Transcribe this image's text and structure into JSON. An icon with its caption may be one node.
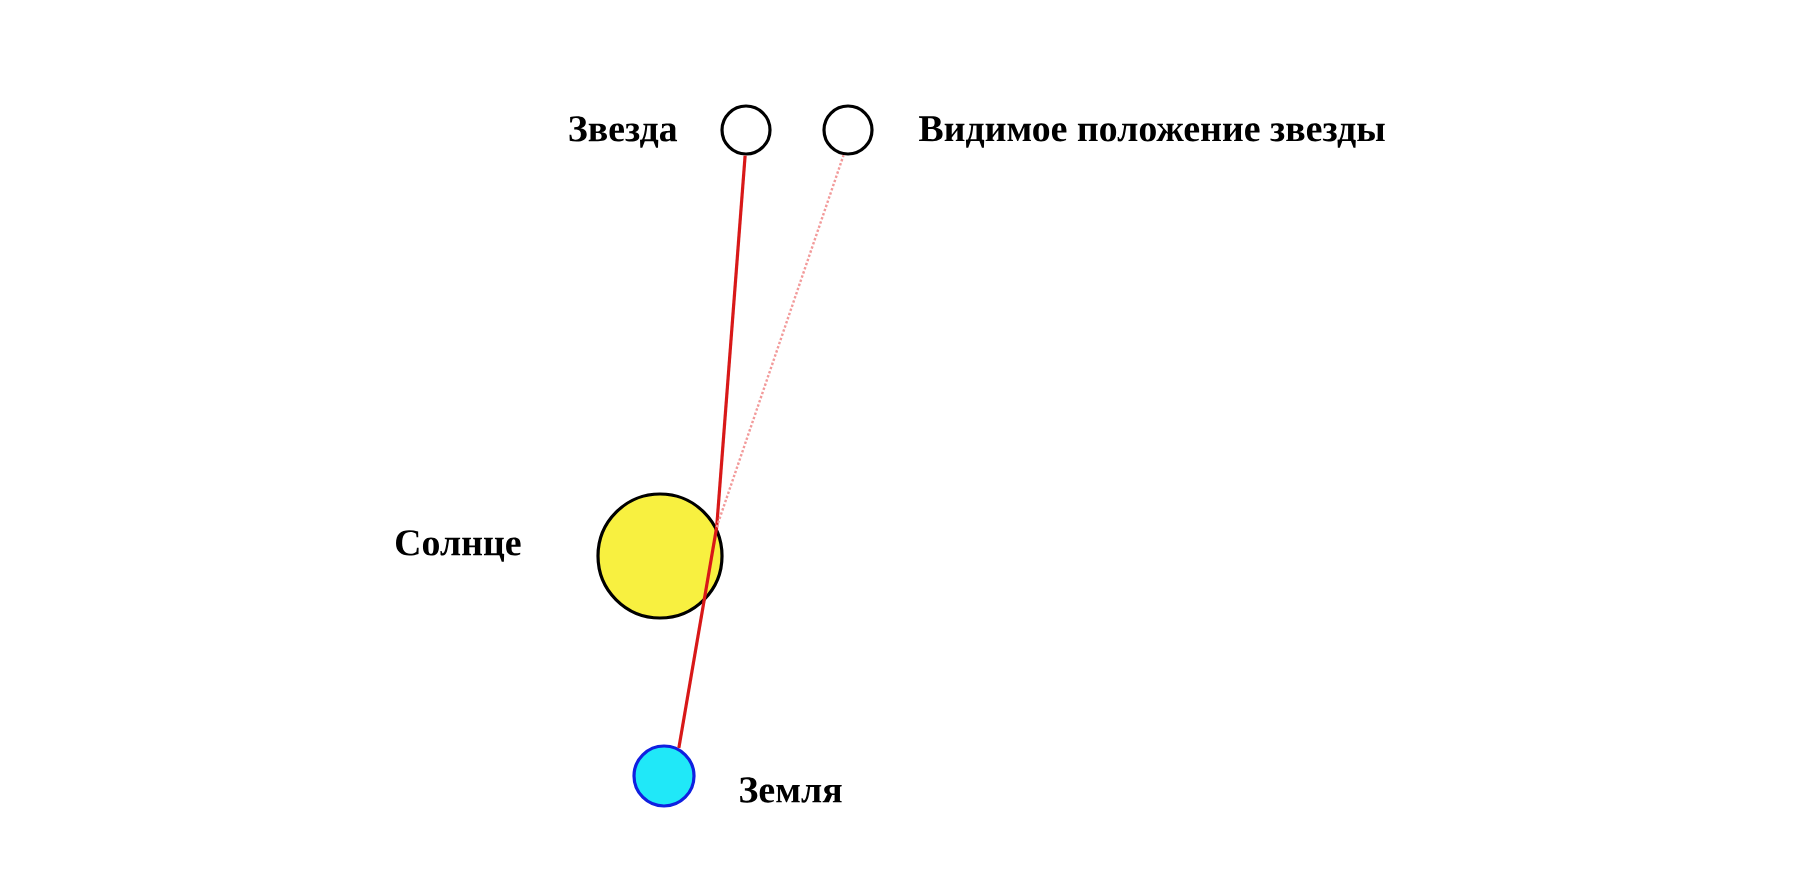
{
  "diagram": {
    "nodes": [
      {
        "text": [],
        "shape": "circle",
        "beside": [
          "Звезда"
        ]
      },
      {
        "text": [],
        "shape": "circle",
        "beside": [
          "Видимое положение звезды"
        ]
      },
      {
        "text": [],
        "shape": "circle",
        "beside": [
          "Солнце"
        ]
      },
      {
        "text": [],
        "shape": "circle",
        "beside": [
          "Земля"
        ]
      }
    ],
    "edges": [
      {
        "from": 0,
        "to": 2,
        "arrow": "none"
      },
      {
        "from": 2,
        "to": 3,
        "arrow": "none"
      },
      {
        "from": 2,
        "to": 1,
        "arrow": "none",
        "style": "dashed",
        "color": "#f29a9a"
      }
    ]
  }
}
